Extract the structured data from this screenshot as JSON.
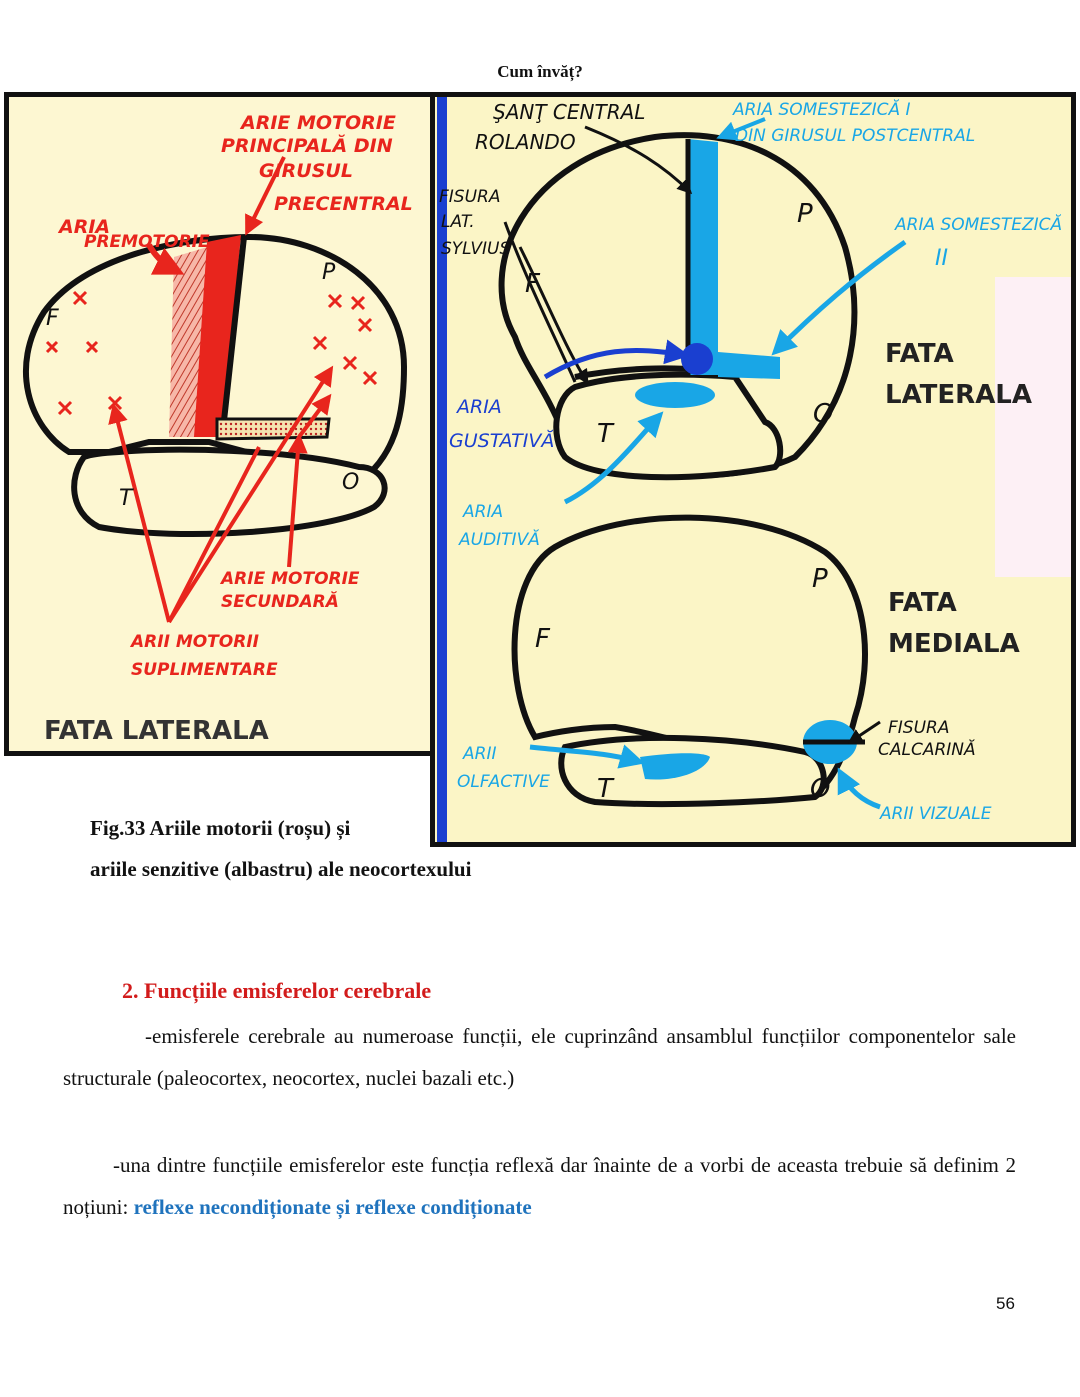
{
  "header": {
    "title": "Cum învăț?"
  },
  "figure": {
    "left_panel": {
      "labels": {
        "motor_primary": [
          "ARIE MOTORIE",
          "PRINCIPALĂ DIN",
          "GIRUSUL",
          "PRECENTRAL"
        ],
        "premotor": [
          "ARIA",
          "PREMOTORIE"
        ],
        "lobe_f": "F",
        "lobe_p": "P",
        "lobe_t": "T",
        "lobe_o": "O",
        "motor_secondary": [
          "ARIE MOTORIE",
          "SECUNDARĂ"
        ],
        "supplementary": [
          "ARII MOTORII",
          "SUPLIMENTARE"
        ],
        "view_title": "FATA LATERALA"
      },
      "colors": {
        "motor": "#e8251d",
        "outline": "#111111"
      }
    },
    "right_panel": {
      "labels": {
        "central_sulcus": [
          "ŞANŢ CENTRAL",
          "ROLANDO"
        ],
        "somatosensory_1": [
          "ARIA SOMESTEZICĂ I",
          "DIN GIRUSUL POSTCENTRAL"
        ],
        "lateral_fissure": [
          "FISURA",
          "LAT.",
          "SYLVIUS"
        ],
        "lobe_p": "P",
        "lobe_f": "F",
        "lobe_o": "O",
        "lobe_t": "T",
        "somatosensory_2": [
          "ARIA SOMESTEZICĂ",
          "II"
        ],
        "view_lateral": [
          "FATA",
          "LATERALA"
        ],
        "gustatory": [
          "ARIA",
          "GUSTATIVĂ"
        ],
        "auditory": [
          "ARIA",
          "AUDITIVĂ"
        ],
        "view_medial": [
          "FATA",
          "MEDIALA"
        ],
        "calcarine": [
          "FISURA",
          "CALCARINĂ"
        ],
        "olfactory": [
          "ARII",
          "OLFACTIVE"
        ],
        "visual": "ARII VIZUALE"
      },
      "colors": {
        "sensory": "#19a6e6",
        "gustatory": "#1a3fd0",
        "outline": "#111111"
      }
    },
    "caption": [
      "Fig.33 Ariile motorii (roșu) și",
      "ariile senzitive (albastru) ale neocortexului"
    ]
  },
  "section": {
    "title": "2. Funcțiile emisferelor cerebrale",
    "para1": "-emisferele cerebrale au numeroase funcții, ele cuprinzând ansamblul funcțiilor componentelor sale structurale (paleocortex, neocortex, nuclei bazali etc.)",
    "para2_text": "-una dintre funcțiile emisferelor este funcția reflexă dar înainte de a vorbi de aceasta trebuie să definim 2 noțiuni: ",
    "para2_highlight": "reflexe necondiționate și reflexe condiționate"
  },
  "page_number": "56"
}
